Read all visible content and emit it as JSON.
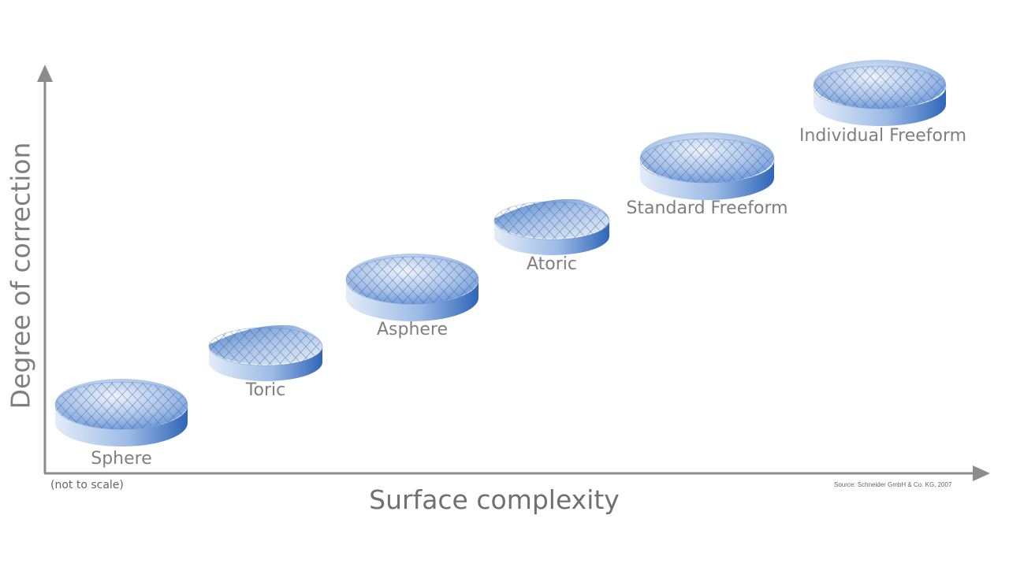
{
  "diagram": {
    "y_axis_label": "Degree of correction",
    "x_axis_label": "Surface complexity",
    "note": "(not to scale)",
    "source": "Source: Schneider GmbH & Co. KG, 2007",
    "colors": {
      "axis": "#8c8c8c",
      "text": "#7f7f7f",
      "lens_top": "#7ea3dc",
      "lens_side": "#3f77c8",
      "grid": "#4a6fa8"
    },
    "lenses": [
      {
        "label": "Sphere",
        "shape": "round-dome"
      },
      {
        "label": "Toric",
        "shape": "saddle"
      },
      {
        "label": "Asphere",
        "shape": "round-dome"
      },
      {
        "label": "Atoric",
        "shape": "saddle"
      },
      {
        "label": "Standard Freeform",
        "shape": "freeform"
      },
      {
        "label": "Individual Freeform",
        "shape": "freeform"
      }
    ]
  }
}
